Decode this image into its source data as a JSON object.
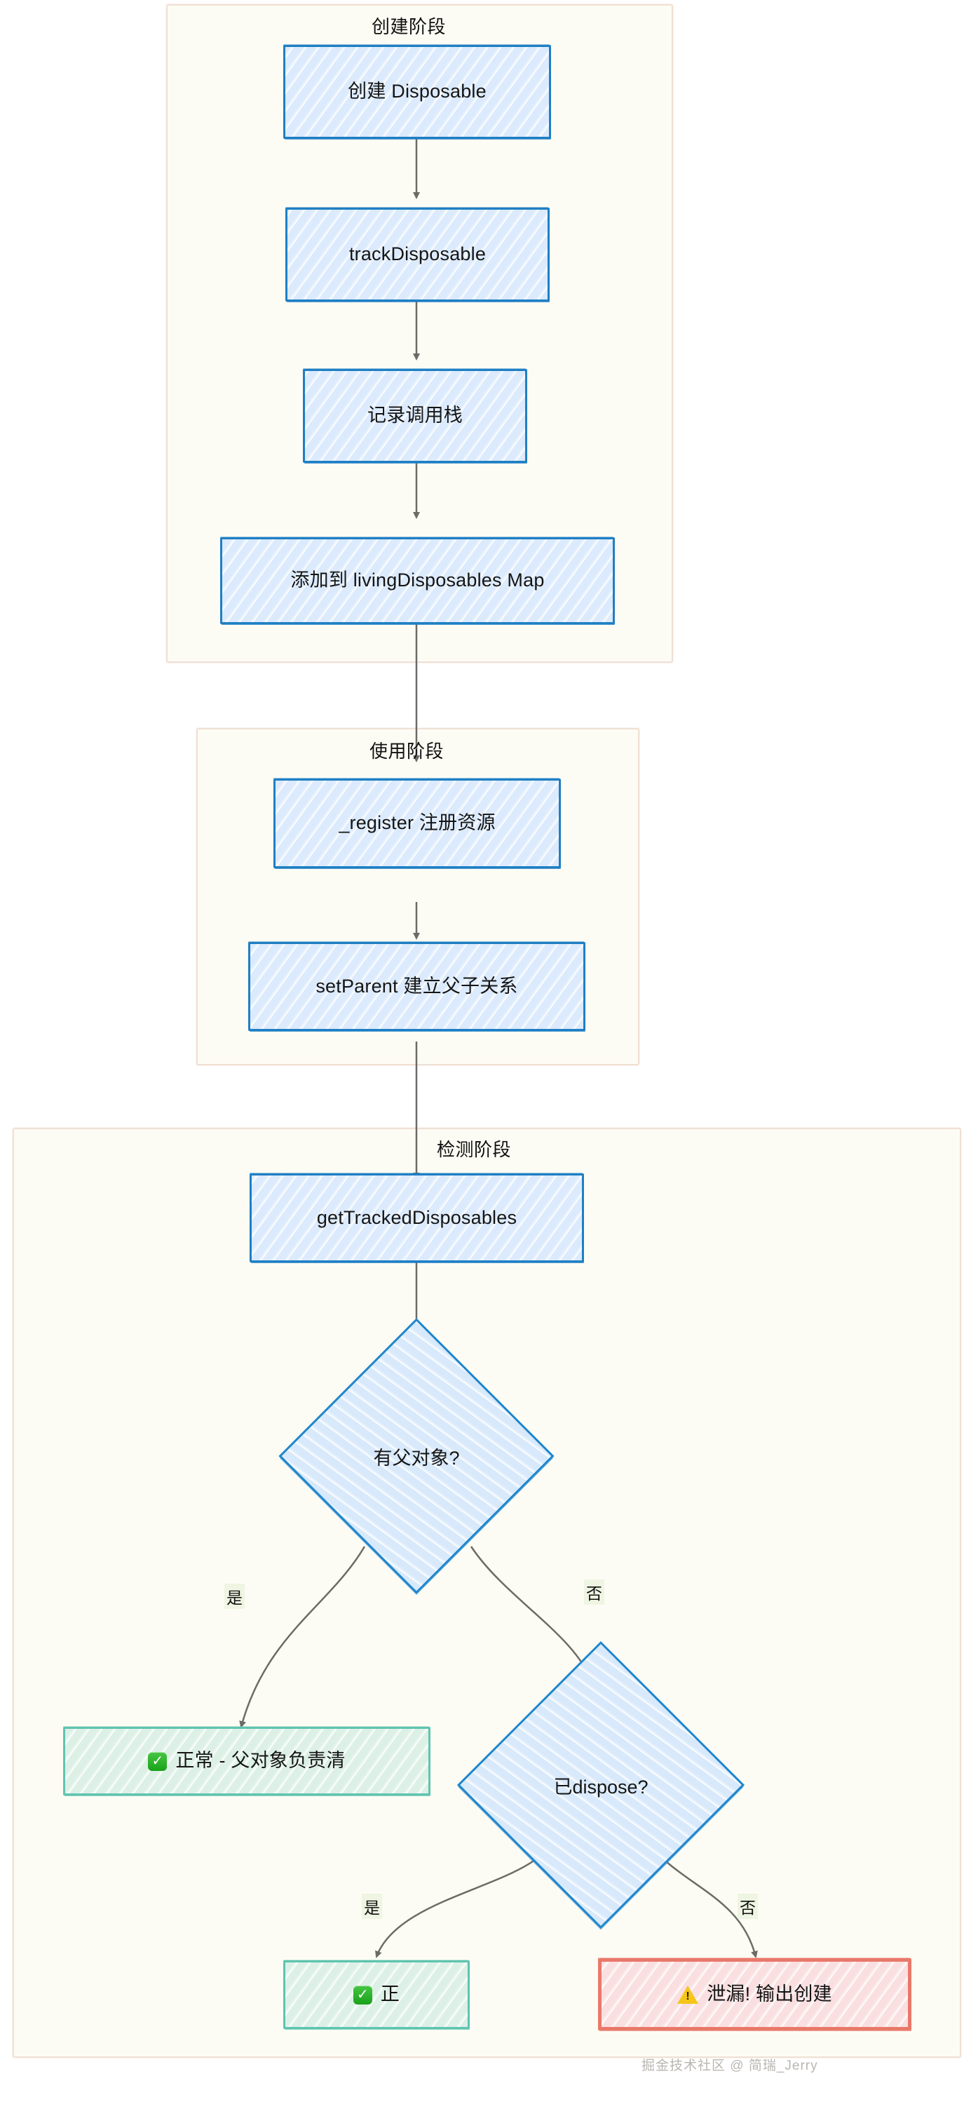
{
  "diagram": {
    "type": "flowchart",
    "direction": "top-down",
    "title_note": "Disposable leak detection flow"
  },
  "subgraphs": [
    {
      "id": "create",
      "title": "创建阶段"
    },
    {
      "id": "use",
      "title": "使用阶段"
    },
    {
      "id": "detect",
      "title": "检测阶段"
    }
  ],
  "nodes": [
    {
      "id": "n1",
      "shape": "rect",
      "style": "blue",
      "text": "创建 Disposable"
    },
    {
      "id": "n2",
      "shape": "rect",
      "style": "blue",
      "text": "trackDisposable"
    },
    {
      "id": "n3",
      "shape": "rect",
      "style": "blue",
      "text": "记录调用栈"
    },
    {
      "id": "n4",
      "shape": "rect",
      "style": "blue",
      "text": "添加到 livingDisposables Map"
    },
    {
      "id": "n5",
      "shape": "rect",
      "style": "blue",
      "text": "_register 注册资源"
    },
    {
      "id": "n6",
      "shape": "rect",
      "style": "blue",
      "text": "setParent 建立父子关系"
    },
    {
      "id": "n7",
      "shape": "rect",
      "style": "blue",
      "text": "getTrackedDisposables"
    },
    {
      "id": "d1",
      "shape": "diamond",
      "style": "blue",
      "text": "有父对象?"
    },
    {
      "id": "n8",
      "shape": "rect",
      "style": "green",
      "icon": "check-icon",
      "text": "正常 - 父对象负责清"
    },
    {
      "id": "d2",
      "shape": "diamond",
      "style": "blue",
      "text": "已dispose?"
    },
    {
      "id": "n9",
      "shape": "rect",
      "style": "green",
      "icon": "check-icon",
      "text": "正"
    },
    {
      "id": "n10",
      "shape": "rect",
      "style": "red",
      "icon": "warning-icon",
      "text": "泄漏! 输出创建"
    }
  ],
  "edge_labels": [
    {
      "id": "e1",
      "text": "是",
      "from": "d1",
      "to": "n8"
    },
    {
      "id": "e2",
      "text": "否",
      "from": "d1",
      "to": "d2"
    },
    {
      "id": "e3",
      "text": "是",
      "from": "d2",
      "to": "n9"
    },
    {
      "id": "e4",
      "text": "否",
      "from": "d2",
      "to": "n10"
    }
  ],
  "watermark": {
    "text": "掘金技术社区 @ 简瑞_Jerry"
  },
  "colors": {
    "node_stroke_blue": "#1f7fc4",
    "node_fill_blue": "#dbeafc",
    "node_stroke_green": "#5fc4b0",
    "node_fill_green": "#dcf0e6",
    "node_stroke_red": "#e8796a",
    "node_fill_red": "#fadfe0",
    "subgraph_fill": "#fdfcf4",
    "subgraph_stroke": "#f0e0d4",
    "edge_stroke": "#4a4a48",
    "edge_label_bg": "#eef5e2",
    "background": "#ffffff"
  }
}
